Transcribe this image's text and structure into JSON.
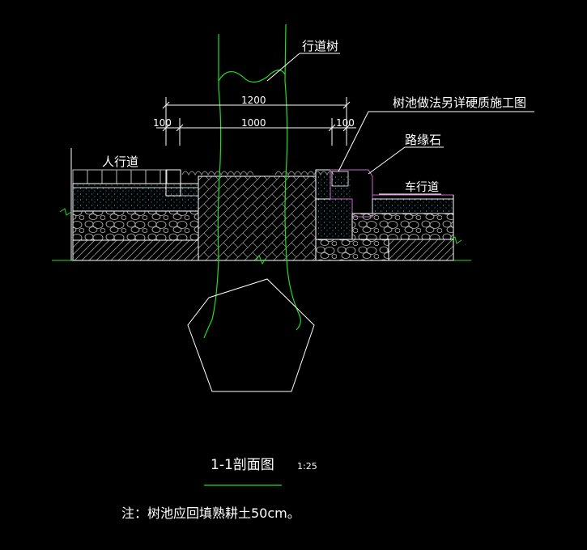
{
  "labels": {
    "street_tree": "行道树",
    "tree_pit_note": "树池做法另详硬质施工图",
    "curb_stone": "路缘石",
    "sidewalk": "人行道",
    "roadway": "车行道"
  },
  "dimensions": {
    "overall": "1200",
    "inner": "1000",
    "left_edge": "100",
    "right_edge": "100"
  },
  "title": {
    "name": "1-1剖面图",
    "scale": "1:25"
  },
  "note": "注：树池应回填熟耕土50cm。",
  "colors": {
    "background": "#000000",
    "line_white": "#ffffff",
    "tree_green": "#22dd22",
    "concrete_cyan": "#33ccdd",
    "hatch_gray": "#8a8a8a",
    "paver_gray": "#bbbbbb",
    "curb_magenta": "#cc66cc"
  }
}
